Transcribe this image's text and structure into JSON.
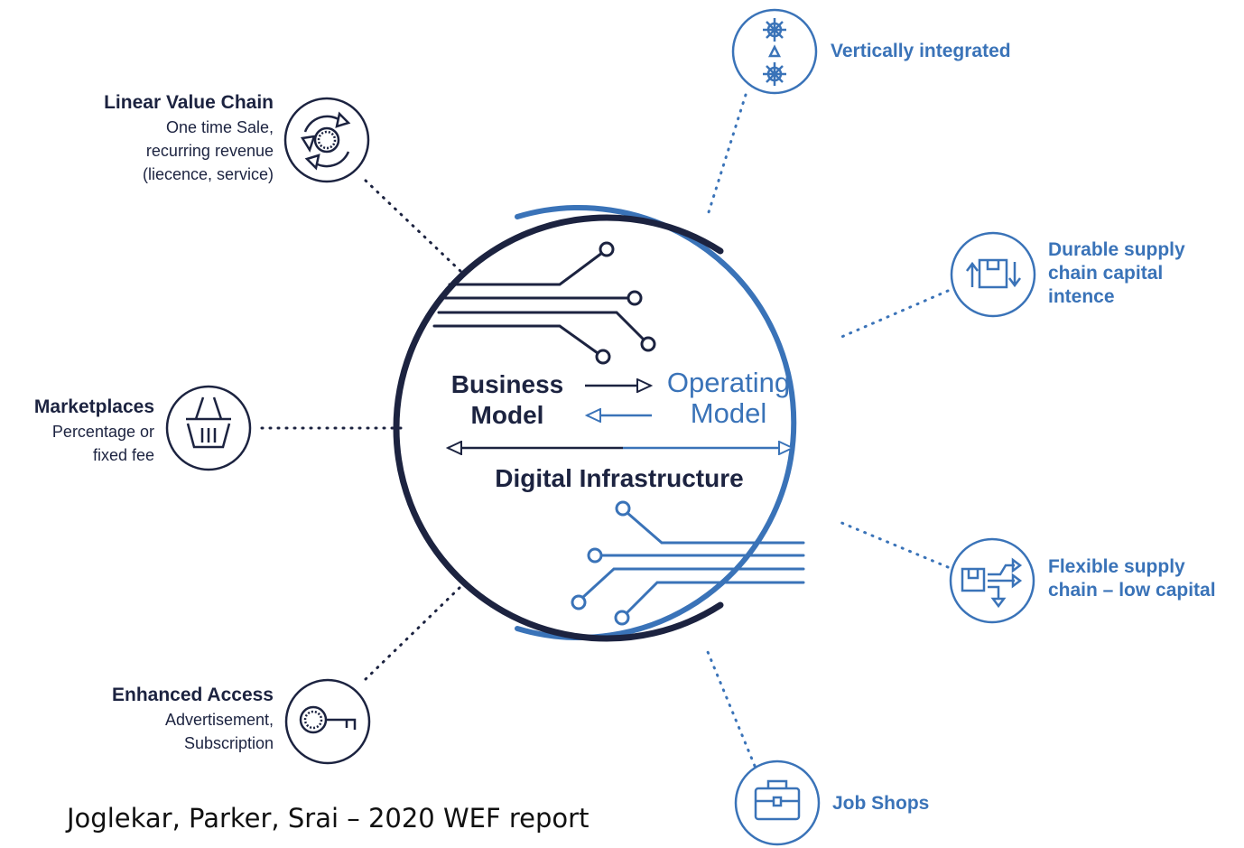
{
  "center": {
    "business_model": [
      "Business",
      "Model"
    ],
    "operating_model": [
      "Operating",
      "Model"
    ],
    "digital_infrastructure": "Digital Infrastructure"
  },
  "left_items": [
    {
      "title": "Linear Value Chain",
      "lines": [
        "One time Sale,",
        "recurring revenue",
        "(liecence, service)"
      ],
      "icon": "recycle-arrows-icon"
    },
    {
      "title": "Marketplaces",
      "lines": [
        "Percentage or",
        "fixed fee"
      ],
      "icon": "basket-icon"
    },
    {
      "title": "Enhanced Access",
      "lines": [
        "Advertisement,",
        "Subscription"
      ],
      "icon": "key-icon"
    }
  ],
  "right_items": [
    {
      "lines": [
        "Vertically integrated"
      ],
      "icon": "gears-icon"
    },
    {
      "lines": [
        "Durable supply",
        "chain capital",
        "intence"
      ],
      "icon": "box-cycle-icon"
    },
    {
      "lines": [
        "Flexible supply",
        "chain – low capital"
      ],
      "icon": "box-flow-icon"
    },
    {
      "lines": [
        "Job Shops"
      ],
      "icon": "briefcase-icon"
    }
  ],
  "caption": "Joglekar, Parker, Srai – 2020 WEF report",
  "colors": {
    "dark": "#1c2340",
    "blue": "#3a73b8"
  }
}
